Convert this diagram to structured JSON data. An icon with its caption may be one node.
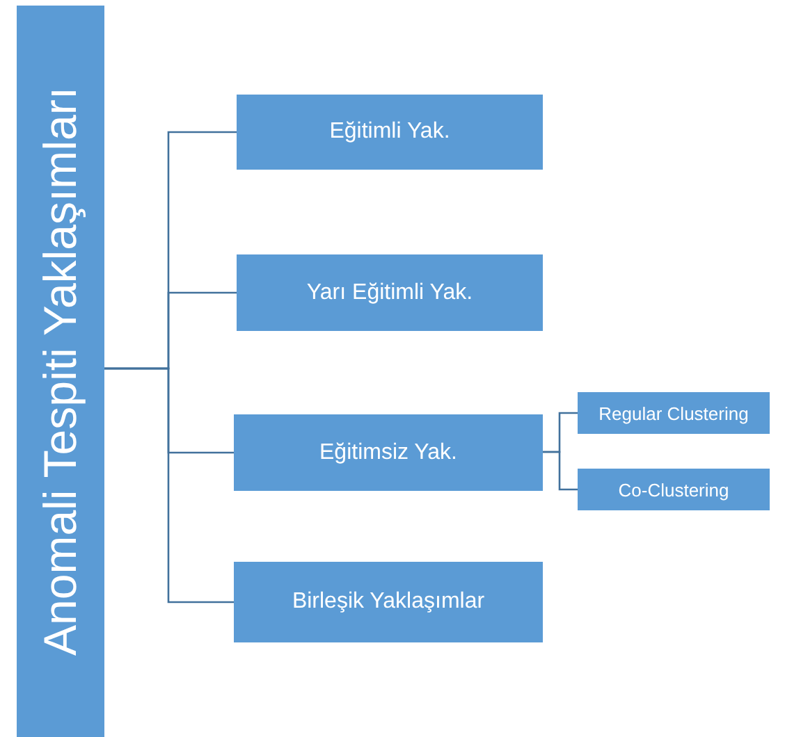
{
  "diagram": {
    "nodes": [
      {
        "text": [
          "Anomali Tespiti Yaklaşımları"
        ]
      },
      {
        "text": [
          "Eğitimli Yak."
        ]
      },
      {
        "text": [
          "Yarı Eğitimli Yak."
        ]
      },
      {
        "text": [
          "Eğitimsiz Yak."
        ]
      },
      {
        "text": [
          "Birleşik Yaklaşımlar"
        ]
      },
      {
        "text": [
          "Regular Clustering"
        ]
      },
      {
        "text": [
          "Co-Clustering"
        ]
      }
    ],
    "edges": [
      {
        "from": 0,
        "to": 1,
        "arrow": "none"
      },
      {
        "from": 0,
        "to": 2,
        "arrow": "none"
      },
      {
        "from": 0,
        "to": 3,
        "arrow": "none"
      },
      {
        "from": 0,
        "to": 4,
        "arrow": "none"
      },
      {
        "from": 3,
        "to": 5,
        "arrow": "none"
      },
      {
        "from": 3,
        "to": 6,
        "arrow": "none"
      }
    ]
  }
}
